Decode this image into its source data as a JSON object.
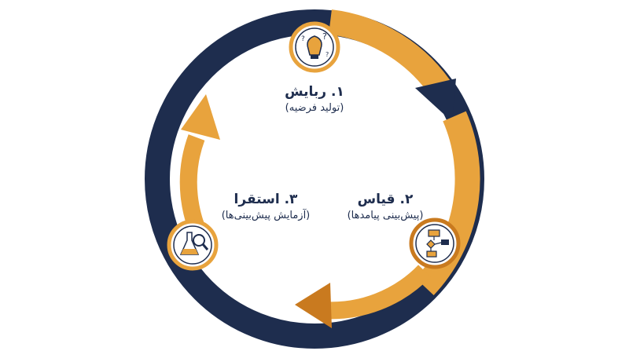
{
  "steps": [
    {
      "title": "۱. ربایش",
      "subtitle": "(تولید فرضیه)",
      "icon": "lightbulb-question-icon"
    },
    {
      "title": "۲. قیاس",
      "subtitle": "(پیش‌بینی پیامدها)",
      "icon": "flowchart-icon"
    },
    {
      "title": "۳. استقرا",
      "subtitle": "(آزمایش پیش‌بینی‌ها)",
      "icon": "flask-magnifier-icon"
    }
  ],
  "colors": {
    "navy": "#1e2d4e",
    "orange": "#e8a33d",
    "dark_orange": "#c97a1f",
    "white": "#ffffff"
  }
}
